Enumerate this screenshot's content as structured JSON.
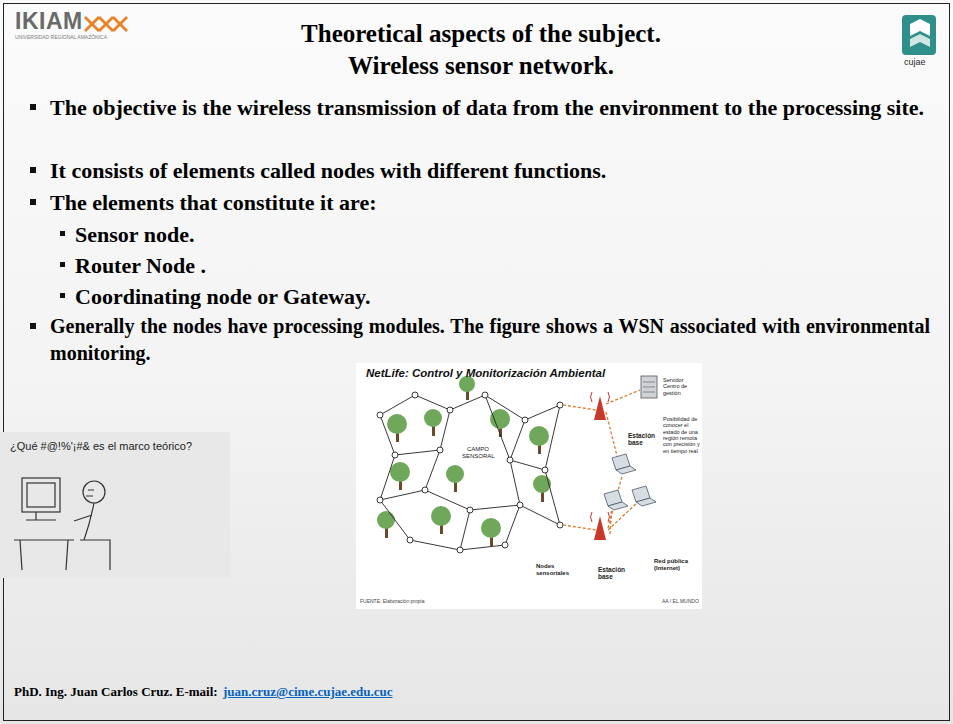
{
  "diagram": {
    "title": "Theoretical aspects of the subject. Wireless sensor network.",
    "labels": [
      "IKIAM",
      "UNIVERSIDAD REGIONAL AMAZÓNICA",
      "cujae",
      "The objective is the wireless transmission of data from the environment to the processing site.",
      "It consists of elements called nodes with different functions.",
      "The elements that constitute it are:",
      "Sensor node.",
      "Router Node .",
      "Coordinating node or Gateway.",
      "Generally the nodes have processing modules. The figure shows a WSN associated with environmental monitoring.",
      "NetLife: Control y Monitorización Ambiental",
      "CAMPO SENSORAL",
      "Servidor Centro de gestión",
      "Estación base",
      "Posibilidad de conocer el estado de una región remota con precisión y en tiempo real",
      "Nodes sensoriales",
      "Estación base",
      "Red pública (Internet)",
      "FUENTE: Elaboración propia",
      "AA / EL MUNDO",
      "¿Qué #@!%'¡#& es el marco teórico?",
      "PhD. Ing. Juan Carlos Cruz. E-mail:",
      "juan.cruz@cime.cujae.edu.cuc"
    ]
  }
}
